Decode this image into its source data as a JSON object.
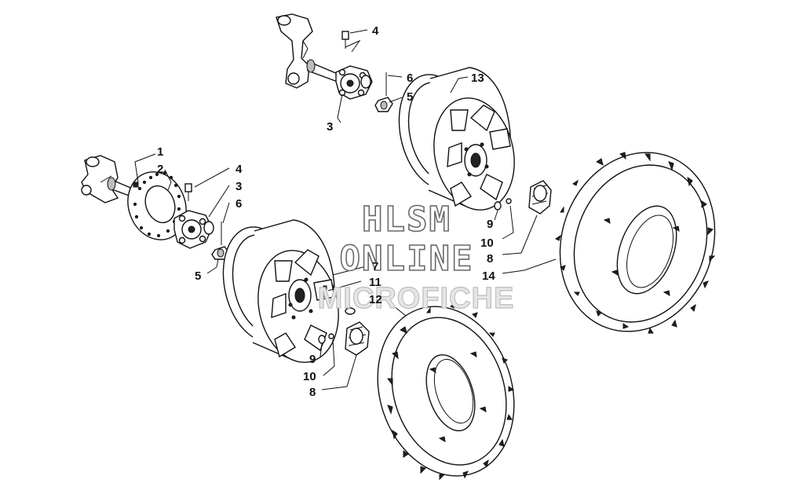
{
  "callouts": {
    "c1": "1",
    "c2": "2",
    "c3a": "3",
    "c3b": "3",
    "c4a": "4",
    "c4b": "4",
    "c5a": "5",
    "c5b": "5",
    "c6a": "6",
    "c6b": "6",
    "c7": "7",
    "c8a": "8",
    "c8b": "8",
    "c9a": "9",
    "c9b": "9",
    "c10a": "10",
    "c10b": "10",
    "c11": "11",
    "c12": "12",
    "c13": "13",
    "c14": "14"
  },
  "watermark": {
    "line1": "HLSM",
    "line2": "ONLINE",
    "line3": "MICROFICHE"
  },
  "colors": {
    "ink": "#111111",
    "paper": "#ffffff",
    "watermark_outline": "#6b6b6b"
  }
}
